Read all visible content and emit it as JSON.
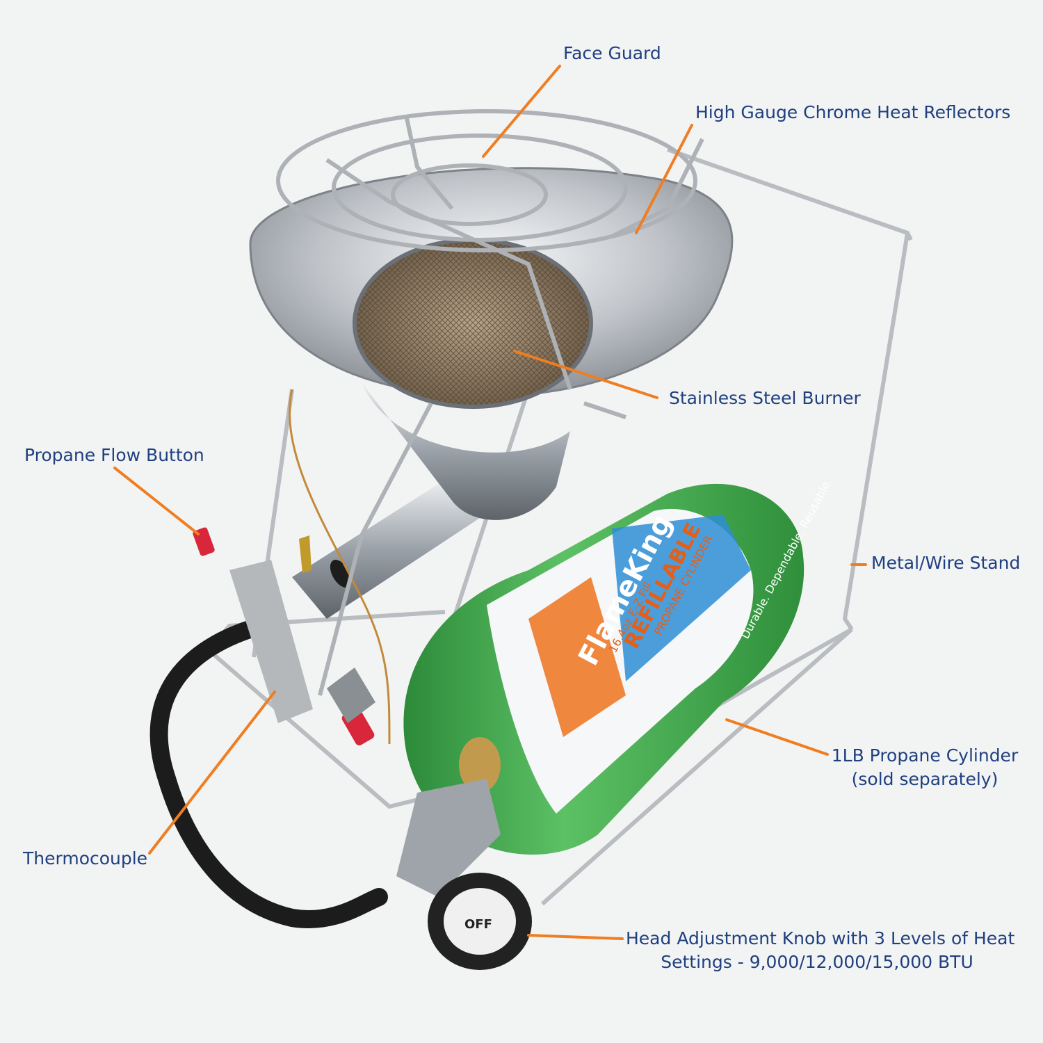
{
  "colors": {
    "background": "#f2f3f3",
    "label_text": "#1f3f7f",
    "leader_line": "#ef7d22",
    "cylinder_green": "#3fa34a",
    "label_band_blue": "#2e8ed6",
    "label_band_orange": "#f07a2a",
    "chrome": "#c9ccd0",
    "hose_black": "#1c1c1c",
    "valve_red": "#d8263a"
  },
  "callouts": {
    "face_guard": "Face Guard",
    "reflectors": "High Gauge Chrome Heat Reflectors",
    "burner": "Stainless Steel Burner",
    "propane_flow_button": "Propane Flow Button",
    "metal_stand": "Metal/Wire Stand",
    "cylinder_line1": "1LB Propane Cylinder",
    "cylinder_line2": "(sold separately)",
    "thermocouple": "Thermocouple",
    "knob_line1": "Head Adjustment Knob with 3 Levels of Heat",
    "knob_line2": "Settings - 9,000/12,000/15,000 BTU"
  },
  "cylinder_label": {
    "brand": "FlameKing",
    "product": "REFILLABLE",
    "size": "16.4oz E-Z Fill",
    "type": "PROPANE CYLINDER",
    "tagline": "Durable. Dependable. Reusable."
  },
  "knob_label": {
    "off": "OFF"
  },
  "icons": [
    "heater-illustration",
    "leader-line"
  ]
}
